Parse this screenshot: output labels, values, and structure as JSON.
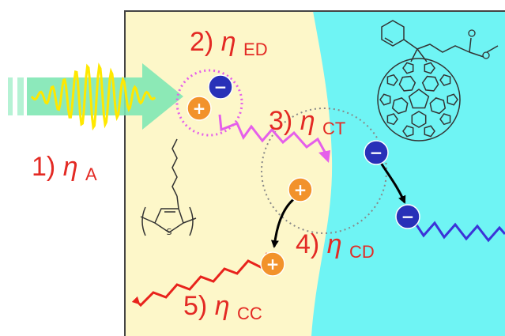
{
  "steps": [
    {
      "num": "1)",
      "symbol": "η",
      "sub": "A"
    },
    {
      "num": "2)",
      "symbol": "η",
      "sub": "ED"
    },
    {
      "num": "3)",
      "symbol": "η",
      "sub": "CT"
    },
    {
      "num": "4)",
      "symbol": "η",
      "sub": "CD"
    },
    {
      "num": "5)",
      "symbol": "η",
      "sub": "CC"
    }
  ],
  "charges": {
    "hole": "+",
    "electron": "−"
  },
  "chem_labels": {
    "sulfur": "S"
  },
  "colors": {
    "donor_region": "#fdf7c9",
    "acceptor_region": "#6ff4f4",
    "label_red": "#e32a24",
    "hole_orange": "#f2922b",
    "electron_blue": "#2831b8",
    "exciton_path": "#e55fea",
    "electron_path": "#3b33d8",
    "hole_path": "#e8231c",
    "light_arrow": "#7fe7b4",
    "light_wave": "#ffe800"
  }
}
